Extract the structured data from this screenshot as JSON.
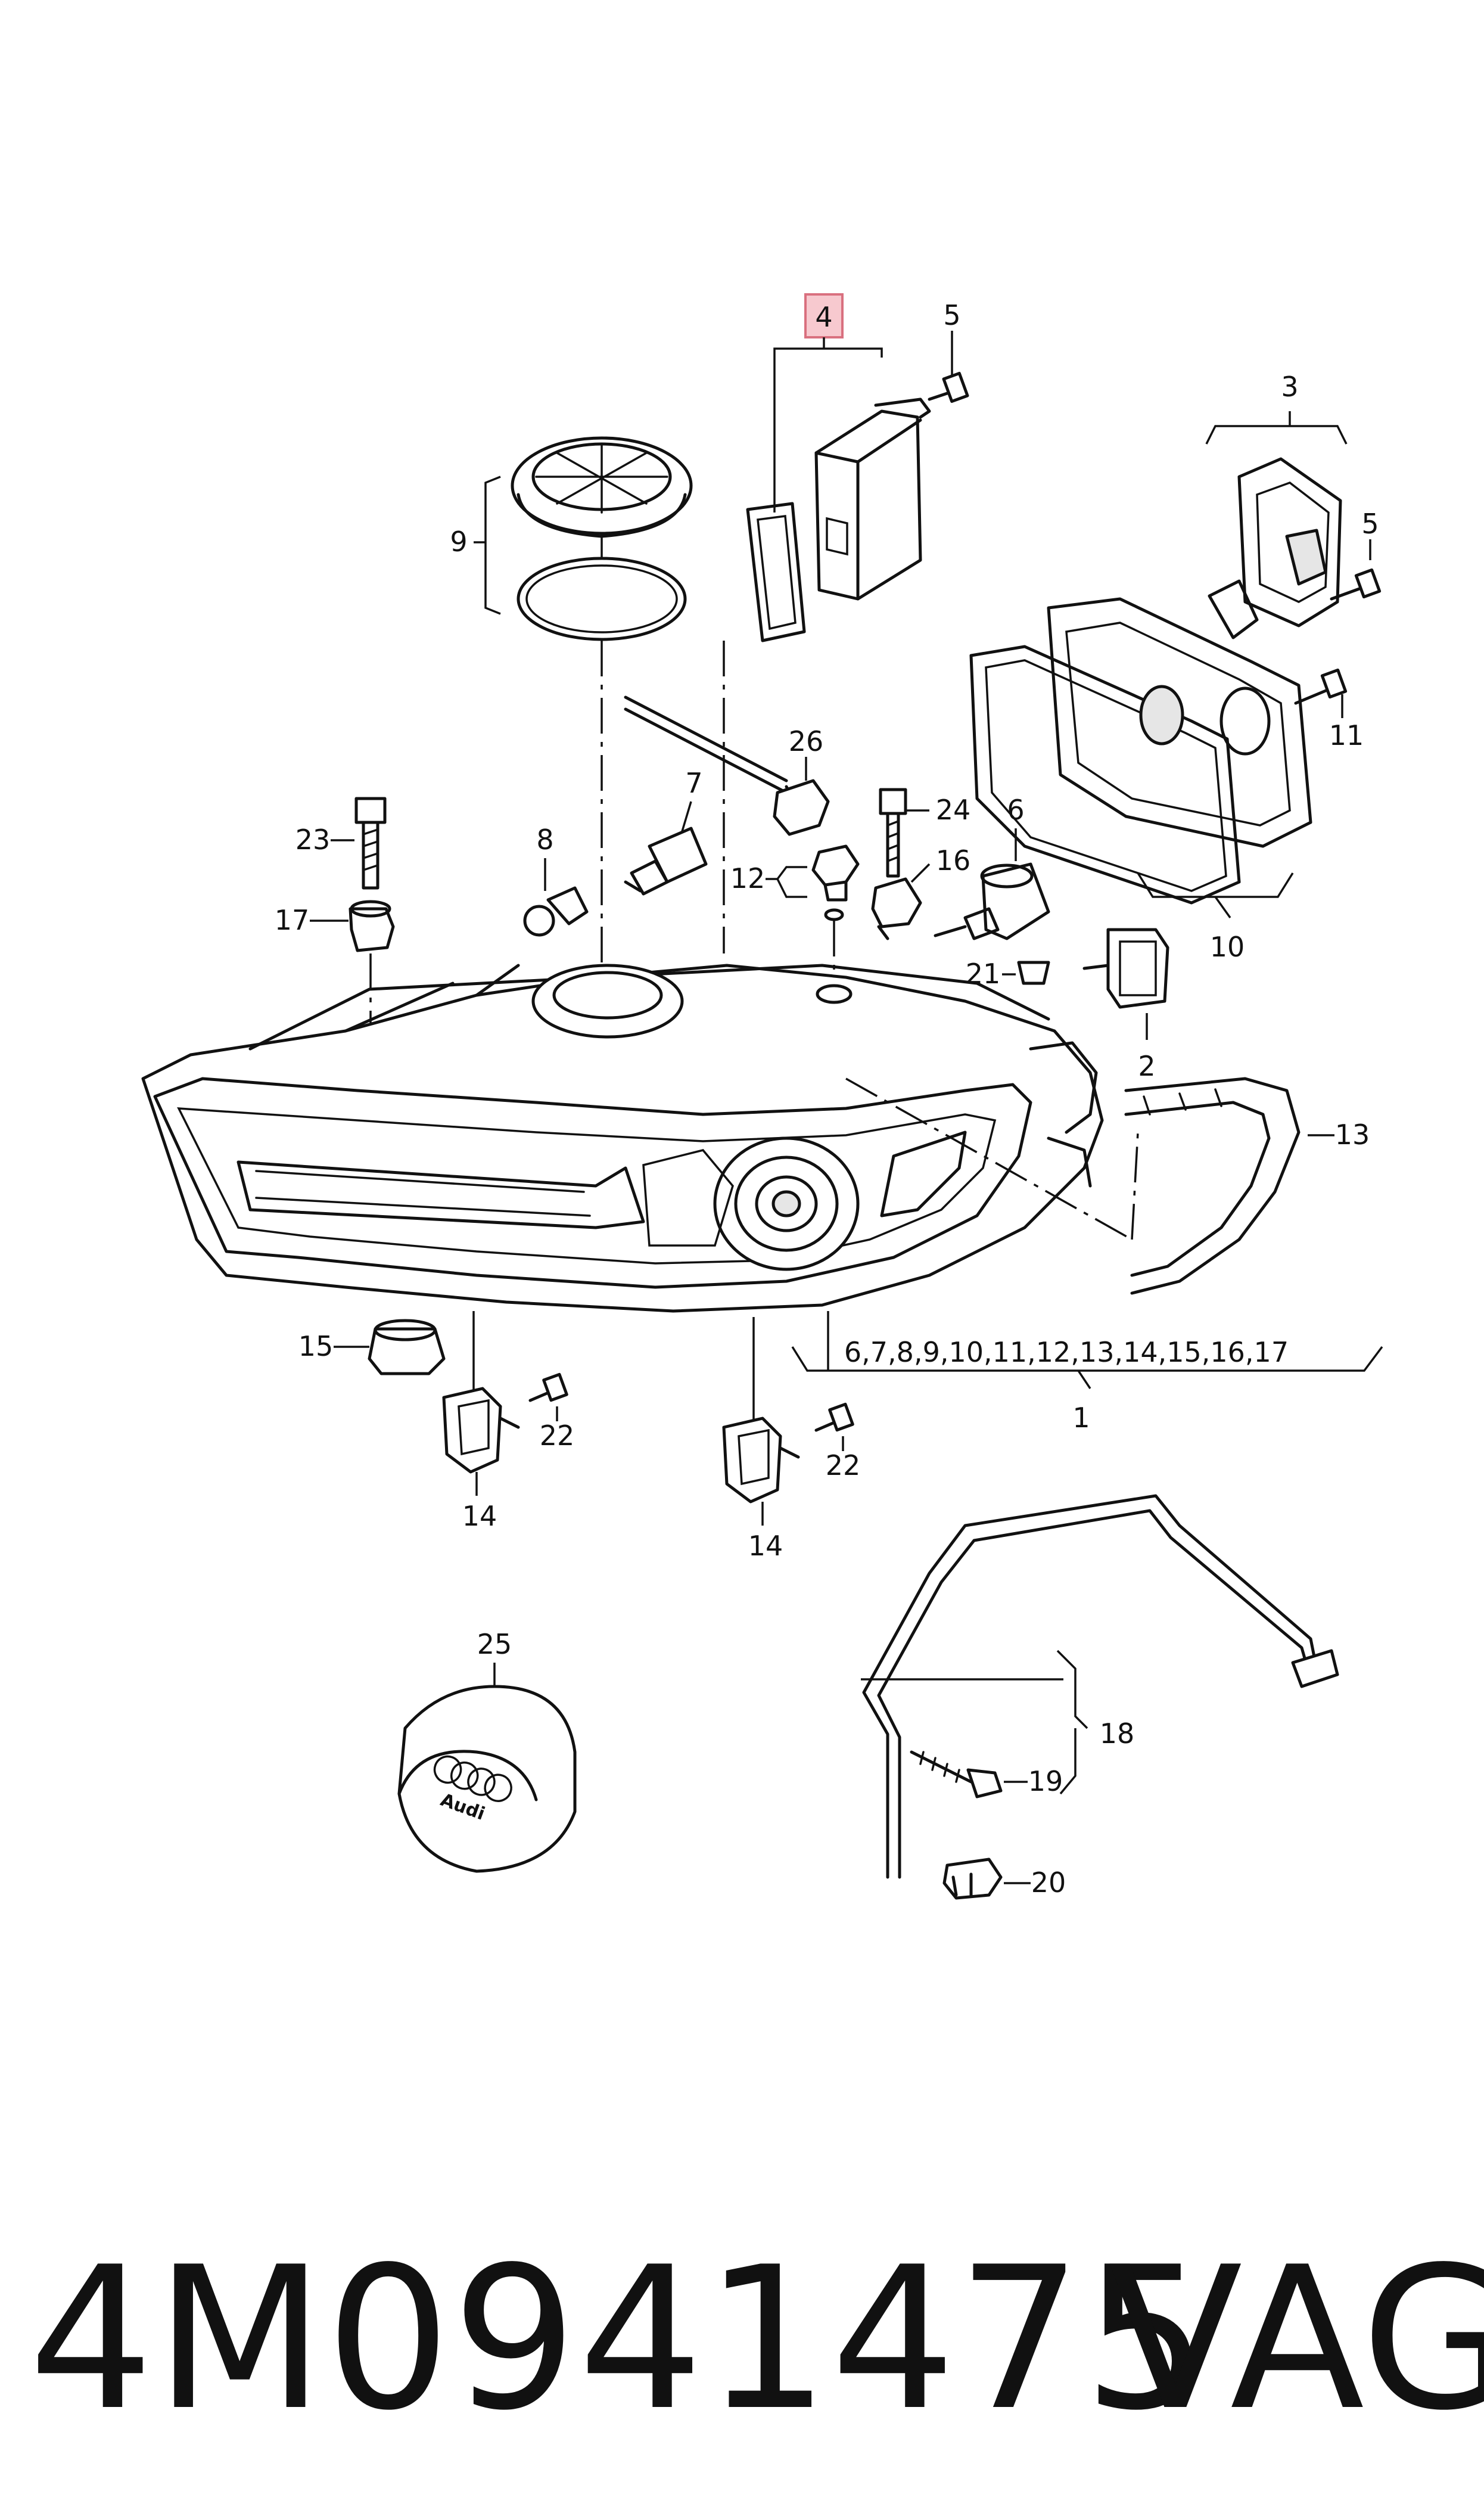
{
  "callouts": {
    "c1": "1",
    "c2": "2",
    "c3": "3",
    "c4": "4",
    "c5a": "5",
    "c5b": "5",
    "c6": "6",
    "c7": "7",
    "c8": "8",
    "c9": "9",
    "c10": "10",
    "c11": "11",
    "c12": "12",
    "c13": "13",
    "c14a": "14",
    "c14b": "14",
    "c15": "15",
    "c16": "16",
    "c17": "17",
    "c18": "18",
    "c19": "19",
    "c20": "20",
    "c21": "21",
    "c22a": "22",
    "c22b": "22",
    "c23": "23",
    "c24": "24",
    "c25": "25",
    "c26": "26",
    "group_1_list": "6,7,8,9,10,11,12,13,14,15,16,17"
  },
  "highlight": {
    "item": "4",
    "color": "#f7c9cf",
    "border": "#d9707f"
  },
  "logo": {
    "brand_text": "Audi"
  },
  "footer": {
    "part_number": "4M0941475",
    "brand": "VAG"
  }
}
